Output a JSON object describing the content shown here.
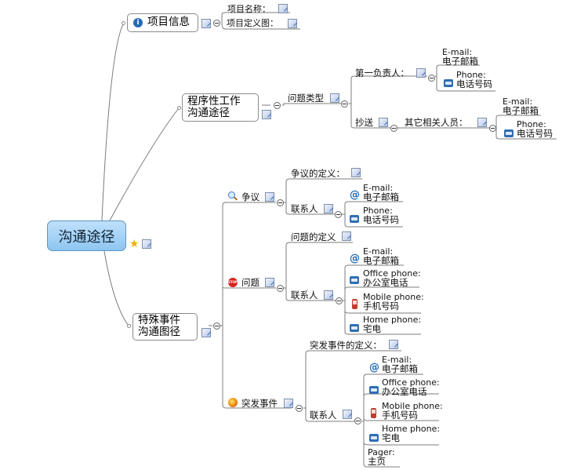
{
  "central": "沟通途径",
  "info": {
    "title": "项目信息",
    "name": "项目名称：",
    "definition": "项目定义图："
  },
  "procedural": {
    "title_1": "程序性工作",
    "title_2": "沟通途径",
    "issue_type": "问题类型",
    "first_owner": "第一负责人：",
    "first_email_label": "E-mail:",
    "first_email_value": "电子邮箱",
    "first_phone_label": "Phone:",
    "first_phone_value": "电话号码",
    "cc": "抄送",
    "others": "其它相关人员：",
    "others_email_label": "E-mail:",
    "others_email_value": "电子邮箱",
    "others_phone_label": "Phone:",
    "others_phone_value": "电话号码"
  },
  "special": {
    "title_1": "特殊事件",
    "title_2": "沟通图径",
    "dispute": {
      "title": "争议",
      "definition": "争议的定义：",
      "contact": "联系人",
      "email_label": "E-mail:",
      "email_value": "电子邮箱",
      "phone_label": "Phone:",
      "phone_value": "电话号码"
    },
    "problem": {
      "title": "问题",
      "definition": "问题的定义",
      "contact": "联系人",
      "email_label": "E-mail:",
      "email_value": "电子邮箱",
      "office_label": "Office phone:",
      "office_value": "办公室电话",
      "mobile_label": "Mobile phone:",
      "mobile_value": "手机号码",
      "home_label": "Home phone:",
      "home_value": "宅电"
    },
    "emergency": {
      "title": "突发事件",
      "definition": "突发事件的定义：",
      "contact": "联系人",
      "email_label": "E-mail:",
      "email_value": "电子邮箱",
      "office_label": "Office phone:",
      "office_value": "办公室电话",
      "mobile_label": "Mobile phone:",
      "mobile_value": "手机号码",
      "home_label": "Home phone:",
      "home_value": "宅电",
      "pager_label": "Pager:",
      "pager_value": "主页"
    }
  },
  "icons": {
    "note": "note-pencil-icon",
    "collapse": "collapse-minus-icon",
    "info": "info-icon",
    "magnifier": "magnifier-icon",
    "stop": "stop-sign-icon",
    "burst": "burst-icon",
    "star": "star-icon",
    "email": "at-sign-icon",
    "phone": "telephone-icon",
    "mobile": "mobile-phone-icon"
  },
  "colors": {
    "central_fill": "#a8d3f7",
    "central_border": "#5f95c4",
    "line": "#7c7c7c",
    "accent_blue": "#2f6db4"
  }
}
